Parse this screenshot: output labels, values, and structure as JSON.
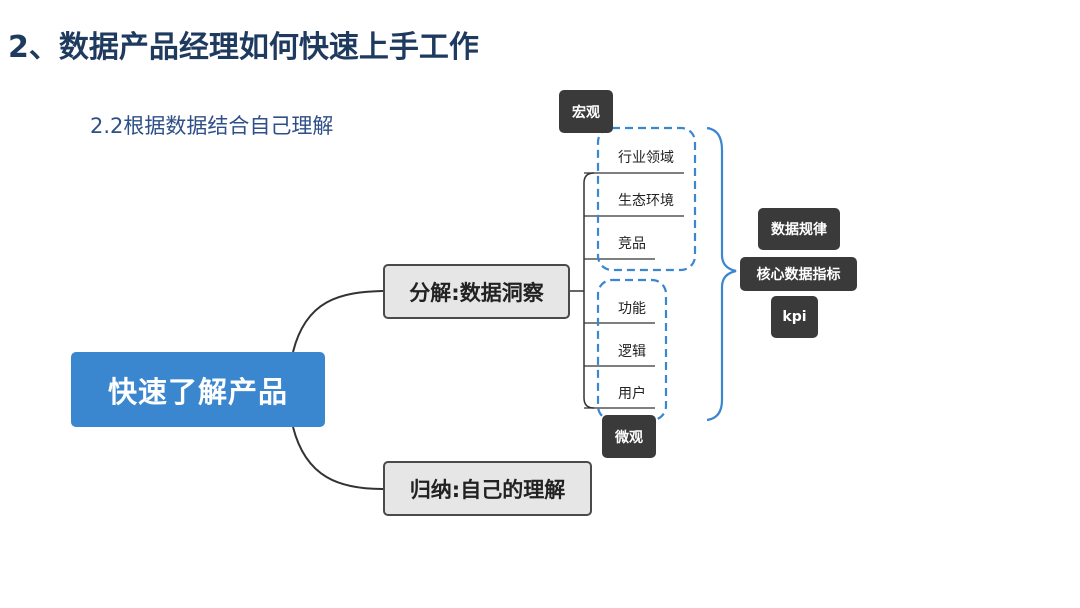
{
  "page": {
    "title": "2、数据产品经理如何快速上手工作",
    "subtitle": "2.2根据数据结合自己理解"
  },
  "mindmap": {
    "root": "快速了解产品",
    "branch_decompose": "分解:数据洞察",
    "branch_summary": "归纳:自己的理解",
    "leaves": [
      "行业领域",
      "生态环境",
      "竞品",
      "功能",
      "逻辑",
      "用户"
    ],
    "group_macro": "宏观",
    "group_micro": "微观",
    "tags": [
      "数据规律",
      "核心数据指标",
      "kpi"
    ]
  },
  "colors": {
    "root_fill": "#3a86cf",
    "dashed_group": "#3a86cf",
    "tag_fill": "#3a3a3a",
    "branch_fill": "#e6e6e6",
    "title": "#1f3a5f",
    "subtitle": "#2e4f87"
  }
}
